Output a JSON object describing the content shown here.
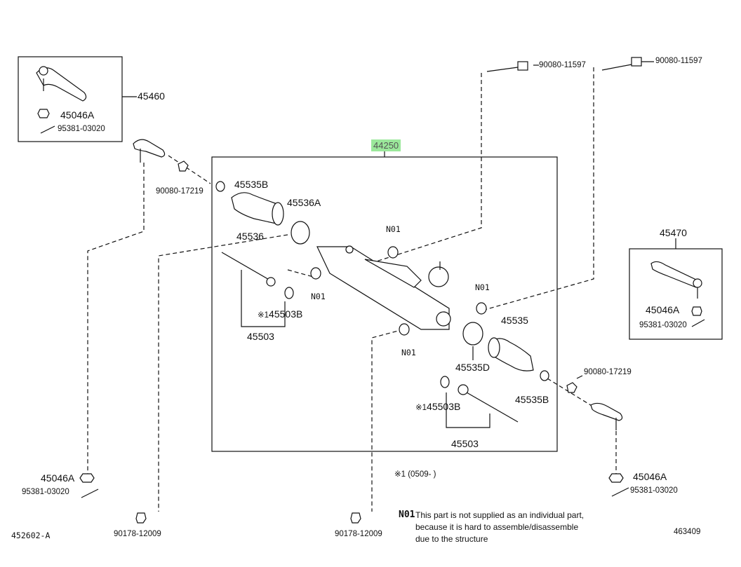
{
  "parts": {
    "rack_assembly": "44250",
    "tie_rod_end_lh": "45460",
    "tie_rod_end_rh": "45470",
    "nut_a": "45046A",
    "cotter_pin": "95381-03020",
    "bolt_upper": "90080-11597",
    "nut_tie_rod": "90080-17219",
    "clamp_b": "45535B",
    "clamp_a": "45536A",
    "boot_lh": "45536",
    "boot_rh": "45535",
    "clamp_d": "45535D",
    "inner_rod": "45503",
    "washer_b": "45503B",
    "mark_x1": "※1",
    "bolt_lower": "90178-12009",
    "no1": "N01"
  },
  "footnotes": {
    "x1_note": "※1 (0509-     )",
    "no1_label": "N01",
    "no1_text_line1": "This part is not supplied as an individual part,",
    "no1_text_line2": "because it is hard to assemble/disassemble",
    "no1_text_line3": "due to the structure"
  },
  "footer": {
    "left_code": "452602-A",
    "right_code": "463409"
  }
}
